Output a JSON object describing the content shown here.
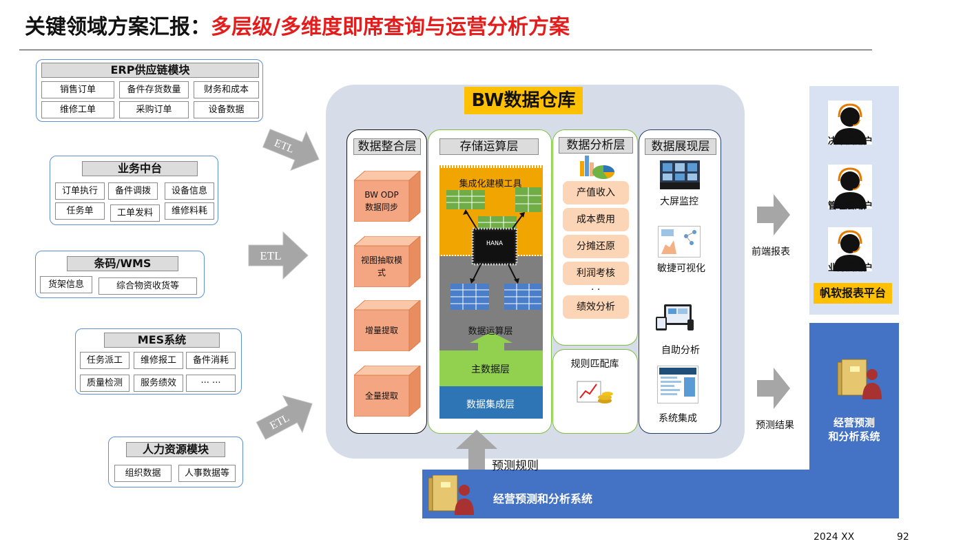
{
  "title": {
    "prefix": "关键领域方案汇报：",
    "main": "多层级/多维度即席查询与运营分析方案"
  },
  "sources": {
    "erp": {
      "title": "ERP供应链模块",
      "cells": [
        "销售订单",
        "备件存货数量",
        "财务和成本",
        "维修工单",
        "采购订单",
        "设备数据"
      ]
    },
    "mid": {
      "title": "业务中台",
      "cells": [
        "订单执行",
        "备件调拨",
        "设备信息",
        "任务单",
        "工单发料",
        "维修料耗"
      ]
    },
    "wms": {
      "title": "条码/WMS",
      "cells": [
        "货架信息",
        "综合物资收货等"
      ]
    },
    "mes": {
      "title": "MES系统",
      "cells": [
        "任务派工",
        "维修报工",
        "备件消耗",
        "质量检测",
        "服务绩效",
        "··· ···"
      ]
    },
    "hr": {
      "title": "人力资源模块",
      "cells": [
        "组织数据",
        "人事数据等"
      ]
    }
  },
  "etl_label": "ETL",
  "warehouse": {
    "title": "BW数据仓库",
    "integration": {
      "title": "数据整合层",
      "items": [
        "BW ODP\n数据同步",
        "视图抽取模\n式",
        "增量提取",
        "全量提取"
      ]
    },
    "storage": {
      "title": "存储运算层",
      "modeling_tool": "集成化建模工具",
      "chip_label": "HANA",
      "compute_layer": "数据运算层",
      "master_layer": "主数据层",
      "integration_layer": "数据集成层"
    },
    "analysis": {
      "title": "数据分析层",
      "items": [
        "产值收入",
        "成本费用",
        "分摊还原",
        "利润考核",
        "绩效分析"
      ],
      "ellipsis": "·  ·",
      "rule_lib": "规则匹配库"
    },
    "display": {
      "title": "数据展现层",
      "items": [
        "大屏监控",
        "敏捷可视化",
        "自助分析",
        "系统集成"
      ]
    }
  },
  "flow_labels": {
    "front_report": "前端报表",
    "forecast_result": "预测结果",
    "forecast_rule": "预测规则"
  },
  "users": [
    "决策层用户",
    "管理层用户",
    "业务层用户"
  ],
  "platform": "帆软报表平台",
  "forecast_system_right": "经营预测\n和分析系统",
  "forecast_system_bottom": "经营预测和分析系统",
  "footer": {
    "date": "2024 XX",
    "page": "92"
  },
  "colors": {
    "accent_red": "#e31c1c",
    "gold": "#ffc000",
    "blue": "#4472c4",
    "peach": "#fbd5b5",
    "orange_cube": "#f4a582",
    "green_layer": "#92d050",
    "dark_blue_layer": "#2e75b6"
  }
}
